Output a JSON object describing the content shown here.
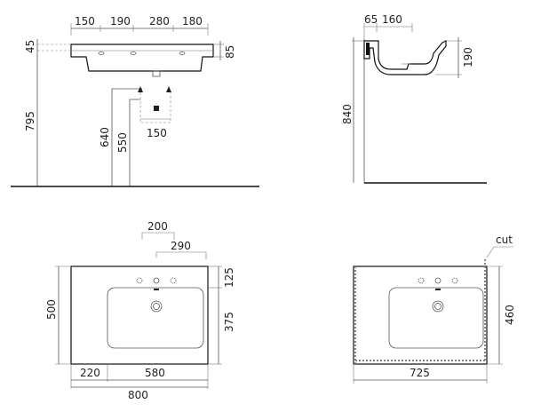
{
  "front_view": {
    "top_widths": [
      "150",
      "190",
      "280",
      "180"
    ],
    "rim_left": "45",
    "rim_right": "85",
    "height_total": "795",
    "height_drain": "640",
    "height_pipe": "550",
    "pipe_spacing": "150"
  },
  "side_view": {
    "top_a": "65",
    "top_b": "160",
    "depth": "190",
    "height": "840"
  },
  "plan_view": {
    "offset_a": "200",
    "offset_b": "290",
    "right_top": "125",
    "right_bottom": "375",
    "left_depth": "500",
    "bottom_left": "220",
    "bottom_mid": "580",
    "bottom_total": "800"
  },
  "cut_view": {
    "cut_label": "cut",
    "right_depth": "460",
    "bottom_width": "725"
  }
}
